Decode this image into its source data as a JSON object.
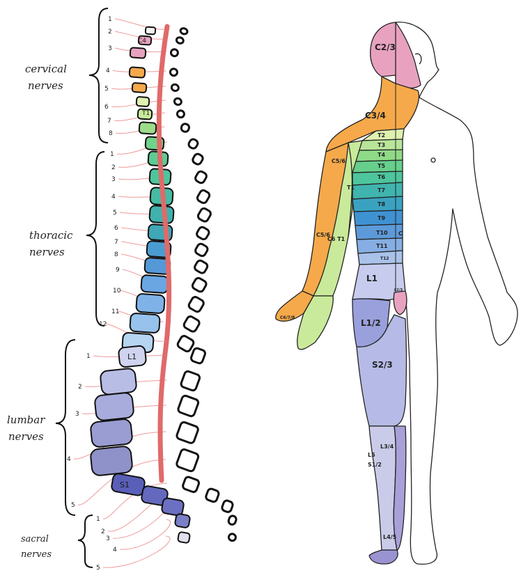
{
  "groups": {
    "cervical": [
      "cervical",
      "nerves"
    ],
    "thoracic": [
      "thoracic",
      "nerves"
    ],
    "lumbar": [
      "lumbar",
      "nerves"
    ],
    "sacral": [
      "sacral",
      "nerves"
    ]
  },
  "numbers": {
    "cervical": [
      "1",
      "2",
      "3",
      "4",
      "5",
      "6",
      "7",
      "8"
    ],
    "thoracic": [
      "1",
      "2",
      "3",
      "4",
      "5",
      "6",
      "7",
      "8",
      "9",
      "10",
      "11",
      "12"
    ],
    "lumbar": [
      "1",
      "2",
      "3",
      "4",
      "5"
    ],
    "sacral": [
      "1",
      "2",
      "3",
      "4",
      "5"
    ]
  },
  "vertebra_labels": [
    "C4",
    "T1",
    "L1",
    "S1"
  ],
  "dermatomes": {
    "c23": "C2/3",
    "c34": "C3/4",
    "c56": "C5/6",
    "c56_arm": "C5/6",
    "c6t1": "C6 T1",
    "c6t1b": "C6/7/8",
    "t2": "T2",
    "t3": "T3",
    "t4": "T4",
    "t5": "T5",
    "t6": "T6",
    "t7": "T7",
    "t8": "T8",
    "t9": "T9",
    "t10": "T10",
    "t11": "T11",
    "t12": "T12",
    "t1_side": "T1",
    "l1": "L1",
    "l12": "L1/2",
    "l23": "L2/3",
    "s23": "S2/3",
    "l34": "L3/4",
    "l5": "L5",
    "s12": "S1/2",
    "l45": "L4/5",
    "c": "C"
  },
  "colors": {
    "spinal_cord": "#e06a6a",
    "nerve_line": "#ef9a9a",
    "cervical": [
      "#f4f4f4",
      "#e8a2c0",
      "#e8a2c0",
      "#f5a94a",
      "#f5a94a",
      "#dff0b0",
      "#c8ea9a",
      "#9ddc8a"
    ],
    "thoracic": [
      "#6fd38a",
      "#5ccc92",
      "#4fc59b",
      "#47bba4",
      "#40b1ac",
      "#3fa7b6",
      "#4a9cd0",
      "#5598d8",
      "#6aa6e2",
      "#7fb3e8",
      "#96c2ec",
      "#b6d5f0"
    ],
    "lumbar": [
      "#cfd3ee",
      "#b8bde6",
      "#a7acdc",
      "#9a9dd2",
      "#8f92c8"
    ],
    "sacral": [
      "#5a5fb8",
      "#6468be",
      "#6c70c2",
      "#7b7fc8",
      "#e0e0ee"
    ]
  }
}
